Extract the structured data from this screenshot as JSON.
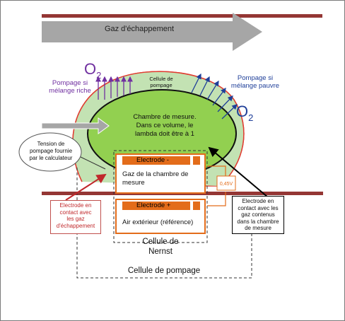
{
  "labels": {
    "exhaust": "Gaz d'échappement",
    "o2_left": "O",
    "o2_left_sub": "2",
    "o2_right": "O",
    "o2_right_sub": "2",
    "pumping_rich_l1": "Pompage si",
    "pumping_rich_l2": "mélange riche",
    "pumping_lean_l1": "Pompage si",
    "pumping_lean_l2": "mélange pauvre",
    "pump_cell_l1": "Cellule de",
    "pump_cell_l2": "pompage",
    "measure_chamber_l1": "Chambre de mesure.",
    "measure_chamber_l2": "Dans ce volume, le",
    "measure_chamber_l3": "lambda doit être à 1",
    "pump_voltage_l1": "Tension de",
    "pump_voltage_l2": "pompage fournie",
    "pump_voltage_l3": "par le calculateur",
    "electrode_minus": "Electrode -",
    "electrode_minus_text_l1": "Gaz de la chambre de",
    "electrode_minus_text_l2": "mesure",
    "electrode_plus": "Electrode +",
    "electrode_plus_text": "Air extérieur (référence)",
    "voltage": "0,45V",
    "nernst_l1": "Cellule de",
    "nernst_l2": "Nernst",
    "pumping_cell_bottom": "Cellule de pompage",
    "exhaust_electrode_l1": "Electrode en",
    "exhaust_electrode_l2": "contact avec",
    "exhaust_electrode_l3": "les gaz",
    "exhaust_electrode_l4": "d'échappement",
    "chamber_electrode_l1": "Electrode en",
    "chamber_electrode_l2": "contact avec les",
    "chamber_electrode_l3": "gaz contenus",
    "chamber_electrode_l4": "dans la chambre",
    "chamber_electrode_l5": "de mesure"
  },
  "colors": {
    "dark_red": "#943634",
    "gray_arrow": "#a6a6a6",
    "chamber_green": "#92d050",
    "pump_green": "#c3e2b3",
    "outline_red": "#e03c31",
    "orange": "#e36c1a",
    "purple": "#7030a0",
    "navy": "#1f3f99"
  }
}
